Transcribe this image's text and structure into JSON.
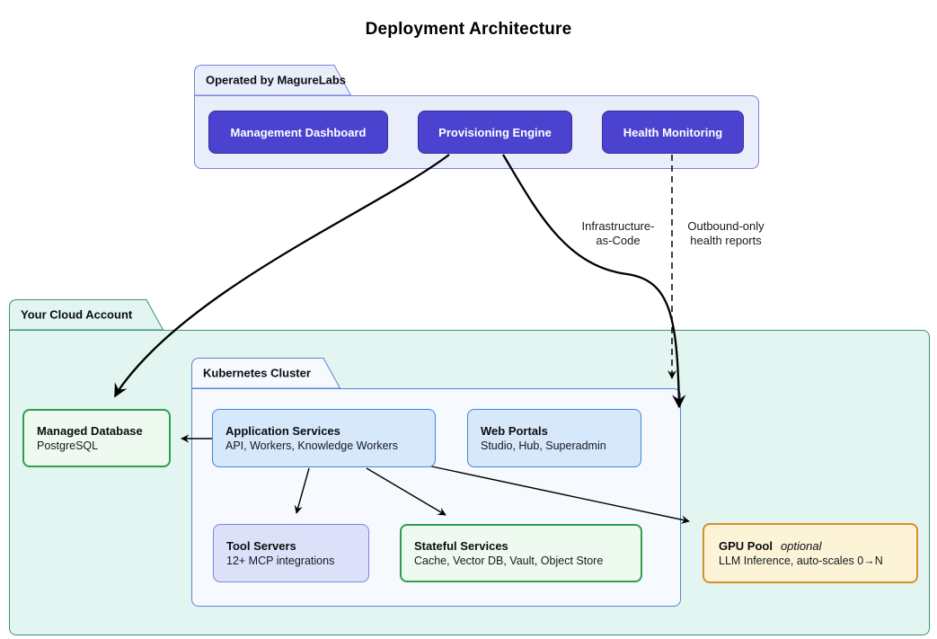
{
  "title": "Deployment Architecture",
  "clusters": {
    "operator": {
      "label": "Operated by MagureLabs"
    },
    "cloud": {
      "label": "Your Cloud Account"
    },
    "k8s": {
      "label": "Kubernetes Cluster"
    }
  },
  "nodes": {
    "management_dashboard": {
      "title": "Management Dashboard"
    },
    "provisioning_engine": {
      "title": "Provisioning Engine"
    },
    "health_monitoring": {
      "title": "Health Monitoring"
    },
    "managed_database": {
      "title": "Managed Database",
      "subtitle": "PostgreSQL"
    },
    "application_services": {
      "title": "Application Services",
      "subtitle": "API, Workers, Knowledge Workers"
    },
    "web_portals": {
      "title": "Web Portals",
      "subtitle": "Studio, Hub, Superadmin"
    },
    "tool_servers": {
      "title": "Tool Servers",
      "subtitle": "12+ MCP integrations"
    },
    "stateful_services": {
      "title": "Stateful Services",
      "subtitle": "Cache, Vector DB, Vault, Object Store"
    },
    "gpu_pool": {
      "title": "GPU Pool",
      "tag": "optional",
      "subtitle": "LLM Inference, auto-scales 0→N"
    }
  },
  "edge_labels": {
    "iac": {
      "line1": "Infrastructure-",
      "line2": "as-Code"
    },
    "health": {
      "line1": "Outbound-only",
      "line2": "health reports"
    }
  },
  "edges": [
    {
      "from": "Provisioning Engine",
      "to": "Managed Database",
      "label": "",
      "style": "solid-thick"
    },
    {
      "from": "Provisioning Engine",
      "to": "Kubernetes Cluster",
      "label": "Infrastructure-as-Code",
      "style": "solid-thick"
    },
    {
      "from": "Health Monitoring",
      "to": "Kubernetes Cluster",
      "label": "Outbound-only health reports",
      "style": "dashed"
    },
    {
      "from": "Application Services",
      "to": "Managed Database",
      "label": "",
      "style": "solid"
    },
    {
      "from": "Application Services",
      "to": "Tool Servers",
      "label": "",
      "style": "solid"
    },
    {
      "from": "Application Services",
      "to": "Stateful Services",
      "label": "",
      "style": "solid"
    },
    {
      "from": "Application Services",
      "to": "GPU Pool",
      "label": "",
      "style": "solid"
    }
  ],
  "colors": {
    "operator_node_fill": "#4b42d0",
    "operator_node_border": "#322d9e",
    "operator_node_text": "#ffffff",
    "operator_cluster_fill": "#eaeefb",
    "operator_cluster_border": "#7a82dc",
    "cloud_cluster_fill": "#e2f5f0",
    "cloud_cluster_border": "#3e8e7f",
    "k8s_cluster_fill": "#f6f9fd",
    "k8s_cluster_border": "#5585d6",
    "blue_node_fill": "#d7e8fb",
    "blue_node_border": "#4285d9",
    "lavender_node_fill": "#dde0f9",
    "lavender_node_border": "#7d87dd",
    "green_node_fill": "#eefaf0",
    "green_node_border": "#2f9e4d",
    "gpu_node_fill": "#fdf4d7",
    "gpu_node_border": "#d98e2b",
    "edge_color": "#000000"
  }
}
